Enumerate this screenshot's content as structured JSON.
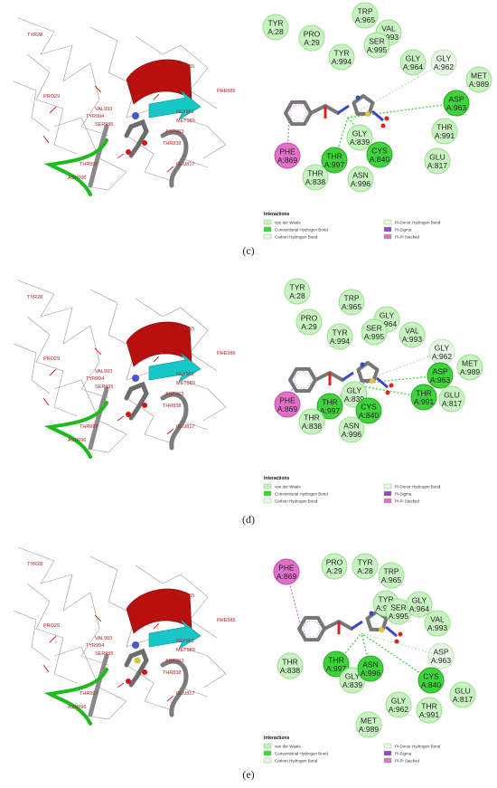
{
  "panels": [
    {
      "label": "(c)",
      "r3d": [
        "TYR28",
        "PRO29",
        "VAL993",
        "TRP965",
        "PHE989",
        "TYR994",
        "SER995",
        "MET989",
        "THR997",
        "ASN996",
        "THR838",
        "GLU817",
        "ASP963",
        "GLY962"
      ],
      "residues": [
        {
          "name": "TYR",
          "id": "A:28",
          "type": "vdw"
        },
        {
          "name": "PRO",
          "id": "A:29",
          "type": "vdw"
        },
        {
          "name": "TRP",
          "id": "A:965",
          "type": "vdw"
        },
        {
          "name": "VAL",
          "id": "A:993",
          "type": "vdw"
        },
        {
          "name": "TYR",
          "id": "A:994",
          "type": "vdw"
        },
        {
          "name": "SER",
          "id": "A:995",
          "type": "vdw"
        },
        {
          "name": "GLY",
          "id": "A:964",
          "type": "vdw"
        },
        {
          "name": "GLY",
          "id": "A:962",
          "type": "carbon"
        },
        {
          "name": "MET",
          "id": "A:989",
          "type": "vdw"
        },
        {
          "name": "ASP",
          "id": "A:963",
          "type": "hbond"
        },
        {
          "name": "THR",
          "id": "A:991",
          "type": "vdw"
        },
        {
          "name": "GLU",
          "id": "A:817",
          "type": "vdw"
        },
        {
          "name": "GLY",
          "id": "A:839",
          "type": "vdw"
        },
        {
          "name": "CYS",
          "id": "A:840",
          "type": "hbond"
        },
        {
          "name": "THR",
          "id": "A:997",
          "type": "hbond"
        },
        {
          "name": "PHE",
          "id": "A:869",
          "type": "pipi"
        },
        {
          "name": "THR",
          "id": "A:838",
          "type": "vdw"
        },
        {
          "name": "ASN",
          "id": "A:996",
          "type": "vdw"
        }
      ]
    },
    {
      "label": "(d)",
      "r3d": [
        "TYR28",
        "PRO29",
        "VAL993",
        "TRP965",
        "PHE989",
        "TYR994",
        "SER995",
        "MET989",
        "THR997",
        "ASN996",
        "THR838",
        "GLU817",
        "ASP963",
        "GLY962"
      ],
      "residues": [
        {
          "name": "TYR",
          "id": "A:28",
          "type": "vdw"
        },
        {
          "name": "TRP",
          "id": "A:965",
          "type": "vdw"
        },
        {
          "name": "PRO",
          "id": "A:29",
          "type": "vdw"
        },
        {
          "name": "GLY",
          "id": "A:964",
          "type": "vdw"
        },
        {
          "name": "SER",
          "id": "A:995",
          "type": "vdw"
        },
        {
          "name": "VAL",
          "id": "A:993",
          "type": "vdw"
        },
        {
          "name": "TYR",
          "id": "A:994",
          "type": "vdw"
        },
        {
          "name": "GLY",
          "id": "A:962",
          "type": "carbon"
        },
        {
          "name": "ASP",
          "id": "A:963",
          "type": "hbond"
        },
        {
          "name": "MET",
          "id": "A:989",
          "type": "vdw"
        },
        {
          "name": "GLY",
          "id": "A:839",
          "type": "vdw"
        },
        {
          "name": "THR",
          "id": "A:991",
          "type": "hbond"
        },
        {
          "name": "GLU",
          "id": "A:817",
          "type": "vdw"
        },
        {
          "name": "PHE",
          "id": "A:869",
          "type": "pipi"
        },
        {
          "name": "THR",
          "id": "A:997",
          "type": "hbond"
        },
        {
          "name": "CYS",
          "id": "A:840",
          "type": "hbond"
        },
        {
          "name": "THR",
          "id": "A:838",
          "type": "vdw"
        },
        {
          "name": "ASN",
          "id": "A:996",
          "type": "vdw"
        }
      ]
    },
    {
      "label": "(e)",
      "r3d": [
        "TYR28",
        "PRO29",
        "VAL993",
        "TRP965",
        "PHE989",
        "TYR994",
        "SER995",
        "MET989",
        "THR997",
        "ASN996",
        "THR838",
        "GLU817",
        "ASP963",
        "GLY962"
      ],
      "residues": [
        {
          "name": "PRO",
          "id": "A:29",
          "type": "vdw"
        },
        {
          "name": "TYR",
          "id": "A:28",
          "type": "vdw"
        },
        {
          "name": "TRP",
          "id": "A:965",
          "type": "vdw"
        },
        {
          "name": "PHE",
          "id": "A:869",
          "type": "pipi"
        },
        {
          "name": "TYR",
          "id": "A:994",
          "type": "vdw"
        },
        {
          "name": "SER",
          "id": "A:995",
          "type": "vdw"
        },
        {
          "name": "GLY",
          "id": "A:964",
          "type": "vdw"
        },
        {
          "name": "VAL",
          "id": "A:993",
          "type": "vdw"
        },
        {
          "name": "ASP",
          "id": "A:963",
          "type": "carbon"
        },
        {
          "name": "THR",
          "id": "A:838",
          "type": "vdw"
        },
        {
          "name": "THR",
          "id": "A:997",
          "type": "hbond"
        },
        {
          "name": "GLY",
          "id": "A:839",
          "type": "vdw"
        },
        {
          "name": "ASN",
          "id": "A:996",
          "type": "hbond"
        },
        {
          "name": "CYS",
          "id": "A:840",
          "type": "hbond"
        },
        {
          "name": "GLU",
          "id": "A:817",
          "type": "vdw"
        },
        {
          "name": "GLY",
          "id": "A:962",
          "type": "vdw"
        },
        {
          "name": "THR",
          "id": "A:991",
          "type": "vdw"
        },
        {
          "name": "MET",
          "id": "A:989",
          "type": "vdw"
        }
      ]
    }
  ],
  "legend": {
    "title": "Interactions",
    "left": [
      "van der Waals",
      "Conventional Hydrogen Bond",
      "Carbon Hydrogen Bond"
    ],
    "right": [
      "Pi-Donor Hydrogen Bond",
      "Pi-Sigma",
      "Pi-Pi Stacked"
    ]
  },
  "colors": {
    "vdw_fill": "#c9f2c2",
    "vdw_stroke": "#9adf8d",
    "hbond_fill": "#3ed33a",
    "hbond_stroke": "#2aa826",
    "carbon_fill": "#e9f8e6",
    "carbon_stroke": "#bfe7b6",
    "pipi_fill": "#e070c8",
    "pipi_stroke": "#c54fb0",
    "helix": "#b80f0f",
    "strand": "#17c6c6",
    "coil_green": "#1dbb1d",
    "ligand": "#6d6d6d"
  }
}
